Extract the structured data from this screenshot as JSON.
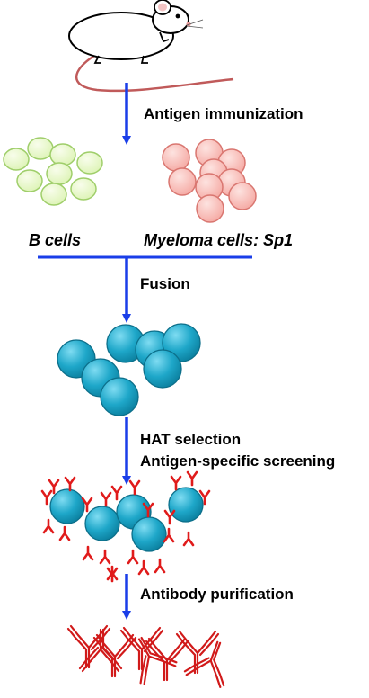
{
  "steps": {
    "immunization": "Antigen immunization",
    "fusion": "Fusion",
    "hat_selection": "HAT selection",
    "screening": "Antigen-specific screening",
    "purification": "Antibody purification"
  },
  "cells": {
    "b_cells": "B cells",
    "myeloma": "Myeloma cells: Sp1"
  },
  "colors": {
    "arrow": "#1a3ee8",
    "b_cell_fill": "#e6f8c4",
    "b_cell_stroke": "#9fce6a",
    "myeloma_fill": "#f9b9b4",
    "myeloma_stroke": "#d97670",
    "hybridoma_fill": "#1ea7c9",
    "hybridoma_stroke": "#0c6f8a",
    "antibody": "#e01b1b"
  }
}
